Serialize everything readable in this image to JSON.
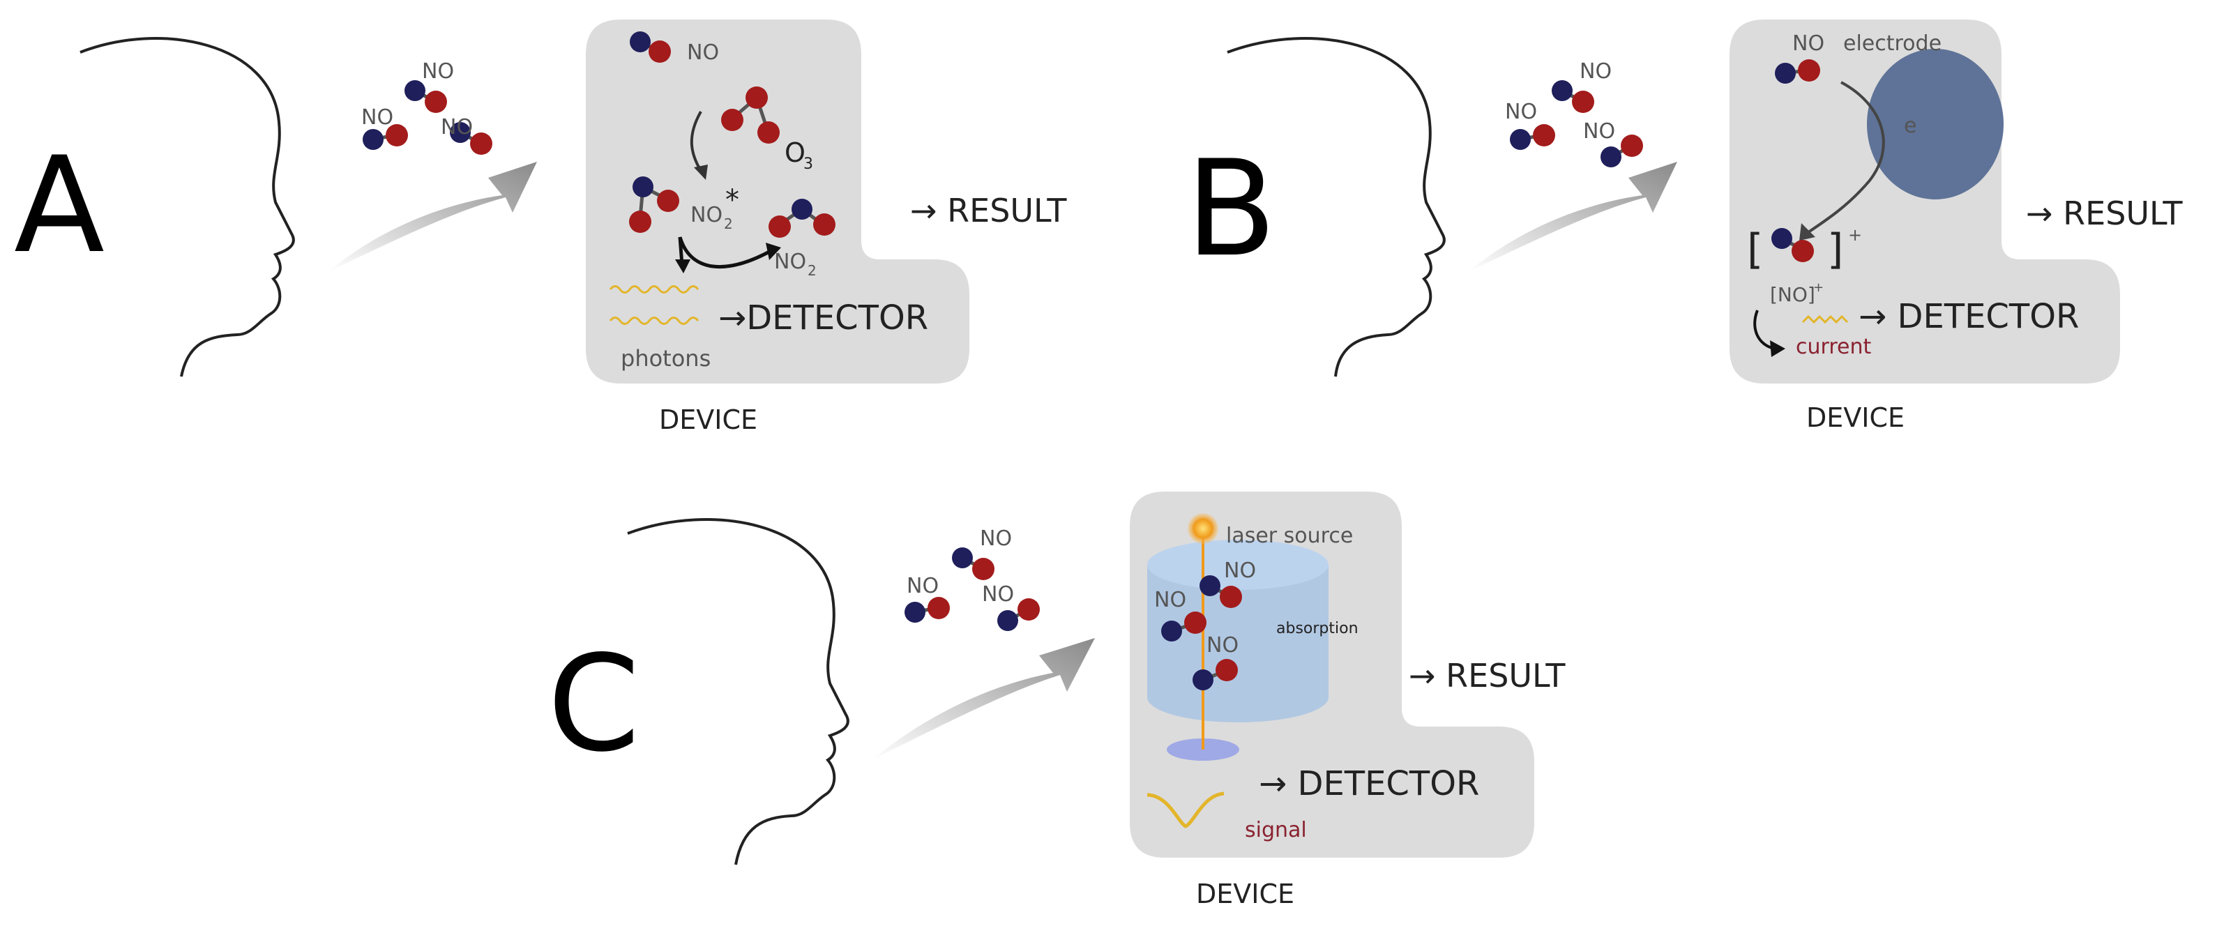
{
  "colors": {
    "device_bg": "#dcdcdc",
    "nitrogen_atom": "#1f1f5c",
    "oxygen_atom": "#a31b1b",
    "electrode": "#5f7398",
    "photon_wave": "#e3b52a",
    "current_label": "#8a2230",
    "signal_label": "#8a2230",
    "absorption_cell": "#a9c4e4",
    "laser": "#f09a1a",
    "arrow_gradient_dark": "#8a8a8a"
  },
  "icons": [
    "head-profile-outline",
    "inflow-arrow",
    "no-molecule",
    "ozone-molecule",
    "photon-wave",
    "electrode-disc",
    "laser-source-dot"
  ],
  "panels": {
    "a": {
      "letter": "A",
      "molecule_label": "NO",
      "device_label": "DEVICE",
      "result_label": "→ RESULT",
      "detector_label": "→DETECTOR",
      "ozone_label": "O",
      "ozone_sub": "3",
      "excited_label": "NO",
      "excited_sub": "2",
      "excited_mark": "*",
      "product_label": "NO",
      "product_sub": "2",
      "photons_label": "photons"
    },
    "b": {
      "letter": "B",
      "molecule_label": "NO",
      "electrode_label": "electrode",
      "electron_label": "e",
      "charge_sign": "+",
      "ion_label": "[NO]",
      "ion_charge": "+",
      "current_label": "current",
      "result_label": "→ RESULT",
      "detector_label": "→ DETECTOR",
      "device_label": "DEVICE"
    },
    "c": {
      "letter": "C",
      "molecule_label": "NO",
      "laser_label": "laser source",
      "absorption_label": "absorption",
      "signal_label": "signal",
      "result_label": "→ RESULT",
      "detector_label": "→  DETECTOR",
      "device_label": "DEVICE"
    }
  }
}
